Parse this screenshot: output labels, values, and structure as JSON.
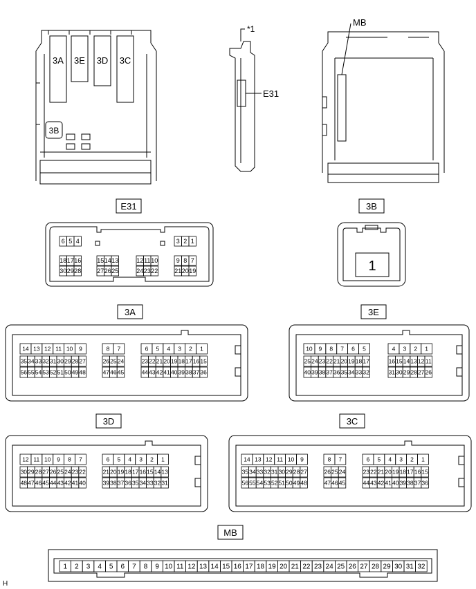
{
  "views": {
    "left_labels": [
      "3A",
      "3E",
      "3D",
      "3C",
      "3B"
    ],
    "side_label": "*1",
    "side_connector": "E31",
    "right_label": "MB"
  },
  "connectors": {
    "e31": {
      "title": "E31",
      "groups": [
        [
          [
            "6",
            "5",
            "4"
          ],
          [
            "18",
            "17",
            "16"
          ],
          [
            "30",
            "29",
            "28"
          ]
        ],
        [
          [
            "15",
            "14",
            "13"
          ],
          [
            "27",
            "26",
            "25"
          ]
        ],
        [
          [
            "12",
            "11",
            "10"
          ],
          [
            "24",
            "23",
            "22"
          ]
        ],
        [
          [
            "3",
            "2",
            "1"
          ],
          [
            "9",
            "8",
            "7"
          ],
          [
            "21",
            "20",
            "19"
          ]
        ]
      ]
    },
    "b3": {
      "title": "3B",
      "pin": "1"
    },
    "a3": {
      "title": "3A",
      "groups": [
        [
          [
            "14",
            "13",
            "12",
            "11",
            "10",
            "9"
          ],
          [
            "35",
            "34",
            "33",
            "32",
            "31",
            "30",
            "29",
            "28",
            "27"
          ],
          [
            "56",
            "55",
            "54",
            "53",
            "52",
            "51",
            "50",
            "49",
            "48"
          ]
        ],
        [
          [
            "8",
            "7"
          ],
          [
            "26",
            "25",
            "24"
          ],
          [
            "47",
            "46",
            "45"
          ]
        ],
        [
          [
            "6",
            "5",
            "4",
            "3",
            "2",
            "1"
          ],
          [
            "23",
            "22",
            "21",
            "20",
            "19",
            "18",
            "17",
            "16",
            "15"
          ],
          [
            "44",
            "43",
            "42",
            "41",
            "40",
            "39",
            "38",
            "37",
            "36"
          ]
        ]
      ]
    },
    "e3": {
      "title": "3E",
      "groups": [
        [
          [
            "10",
            "9",
            "8",
            "7",
            "6",
            "5"
          ],
          [
            "25",
            "24",
            "23",
            "22",
            "21",
            "20",
            "19",
            "18",
            "17"
          ],
          [
            "40",
            "39",
            "38",
            "37",
            "36",
            "35",
            "34",
            "33",
            "32"
          ]
        ],
        [
          [
            "4",
            "3",
            "2",
            "1"
          ],
          [
            "16",
            "15",
            "14",
            "13",
            "12",
            "11"
          ],
          [
            "31",
            "30",
            "29",
            "28",
            "27",
            "26"
          ]
        ]
      ]
    },
    "d3": {
      "title": "3D",
      "groups": [
        [
          [
            "12",
            "11",
            "10",
            "9",
            "8",
            "7"
          ],
          [
            "30",
            "29",
            "28",
            "27",
            "26",
            "25",
            "24",
            "23",
            "22"
          ],
          [
            "48",
            "47",
            "46",
            "45",
            "44",
            "43",
            "42",
            "41",
            "40"
          ]
        ],
        [
          [
            "6",
            "5",
            "4",
            "3",
            "2",
            "1"
          ],
          [
            "21",
            "20",
            "19",
            "18",
            "17",
            "16",
            "15",
            "14",
            "13"
          ],
          [
            "39",
            "38",
            "37",
            "36",
            "35",
            "34",
            "33",
            "32",
            "31"
          ]
        ]
      ]
    },
    "c3": {
      "title": "3C",
      "groups": [
        [
          [
            "14",
            "13",
            "12",
            "11",
            "10",
            "9"
          ],
          [
            "35",
            "34",
            "33",
            "32",
            "31",
            "30",
            "29",
            "28",
            "27"
          ],
          [
            "56",
            "55",
            "54",
            "53",
            "52",
            "51",
            "50",
            "49",
            "48"
          ]
        ],
        [
          [
            "8",
            "7"
          ],
          [
            "26",
            "25",
            "24"
          ],
          [
            "47",
            "46",
            "45"
          ]
        ],
        [
          [
            "6",
            "5",
            "4",
            "3",
            "2",
            "1"
          ],
          [
            "23",
            "22",
            "21",
            "20",
            "19",
            "18",
            "17",
            "16",
            "15"
          ],
          [
            "44",
            "43",
            "42",
            "41",
            "40",
            "39",
            "38",
            "37",
            "36"
          ]
        ]
      ]
    },
    "mb": {
      "title": "MB",
      "pins": [
        "1",
        "2",
        "3",
        "4",
        "5",
        "6",
        "7",
        "8",
        "9",
        "10",
        "11",
        "12",
        "13",
        "14",
        "15",
        "16",
        "17",
        "18",
        "19",
        "20",
        "21",
        "22",
        "23",
        "24",
        "25",
        "26",
        "27",
        "28",
        "29",
        "30",
        "31",
        "32"
      ]
    }
  },
  "corner_mark": "H"
}
